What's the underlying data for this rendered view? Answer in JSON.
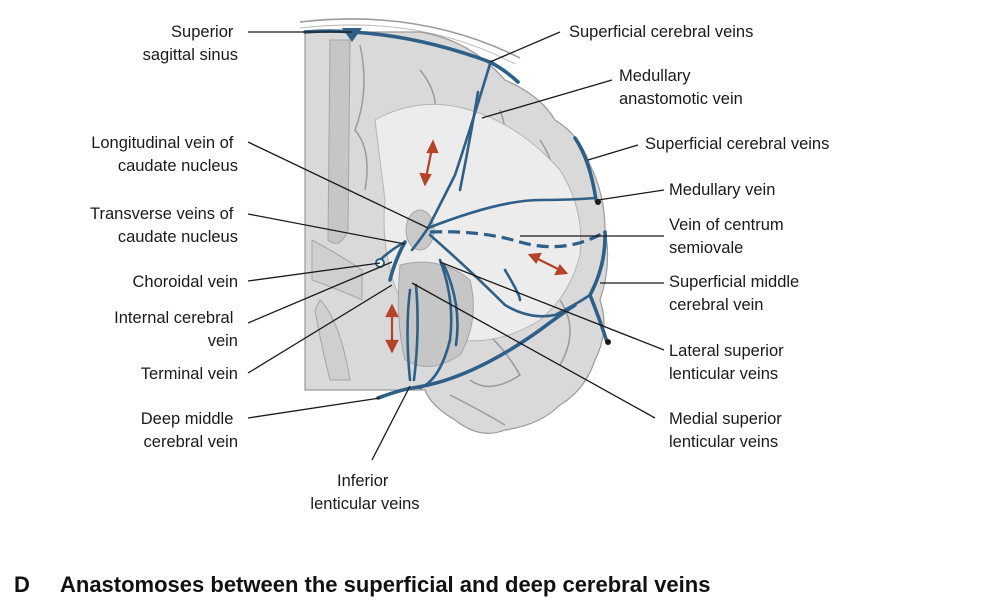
{
  "labels": {
    "superior_sagittal_sinus": [
      "Superior",
      "sagittal sinus"
    ],
    "superficial_cerebral_veins_top": [
      "Superficial cerebral veins"
    ],
    "medullary_anastomotic_vein": [
      "Medullary",
      "anastomotic vein"
    ],
    "longitudinal_vein_caudate": [
      "Longitudinal vein of",
      "caudate nucleus"
    ],
    "superficial_cerebral_veins_right": [
      "Superficial cerebral veins"
    ],
    "medullary_vein": [
      "Medullary vein"
    ],
    "transverse_veins_caudate": [
      "Transverse veins of",
      "caudate nucleus"
    ],
    "vein_centrum_semiovale": [
      "Vein of centrum",
      "semiovale"
    ],
    "choroidal_vein": [
      "Choroidal vein"
    ],
    "superficial_middle_cerebral_vein": [
      "Superficial middle",
      "cerebral vein"
    ],
    "internal_cerebral_vein": [
      "Internal cerebral",
      "vein"
    ],
    "lateral_superior_lenticular_veins": [
      "Lateral superior",
      "lenticular veins"
    ],
    "terminal_vein": [
      "Terminal vein"
    ],
    "deep_middle_cerebral_vein": [
      "Deep middle",
      "cerebral vein"
    ],
    "medial_superior_lenticular_veins": [
      "Medial superior",
      "lenticular veins"
    ],
    "inferior_lenticular_veins": [
      "Inferior",
      "lenticular veins"
    ]
  },
  "caption": {
    "letter": "D",
    "text": "Anastomoses between the superficial and deep cerebral veins"
  },
  "colors": {
    "vein": "#2f5f86",
    "flow_arrow": "#b5432a",
    "brain_tissue": "#d9d9d9"
  }
}
